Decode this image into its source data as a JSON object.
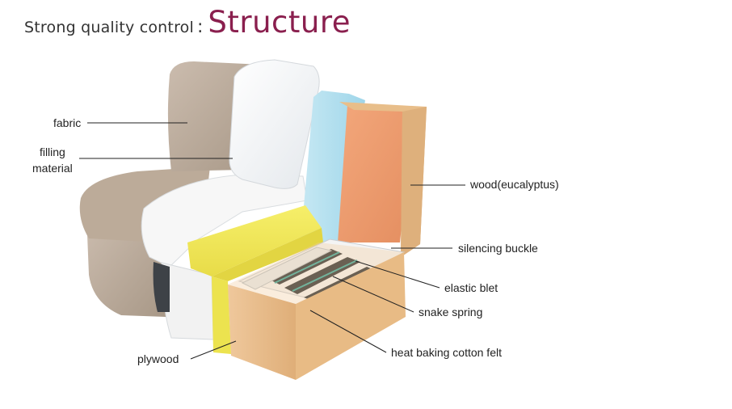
{
  "header": {
    "subtitle": "Strong quality control",
    "separator": ":",
    "title": "Structure"
  },
  "labels": {
    "fabric": "fabric",
    "filling_material_line1": "filling",
    "filling_material_line2": "material",
    "wood": "wood(eucalyptus)",
    "silencing_buckle": "silencing buckle",
    "elastic_belt": "elastic blet",
    "snake_spring": "snake spring",
    "heat_baking_cotton_felt": "heat baking cotton felt",
    "plywood": "plywood"
  }
}
